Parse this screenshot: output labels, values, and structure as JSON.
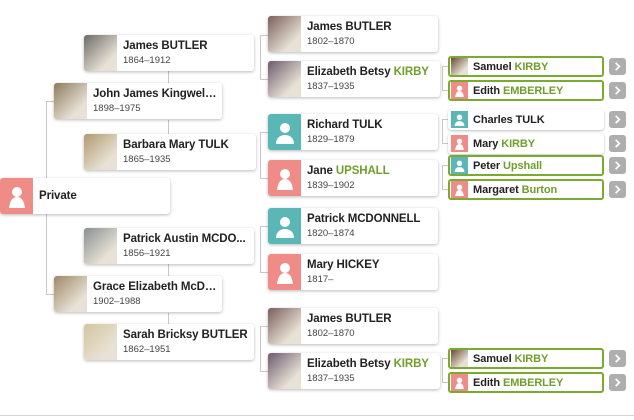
{
  "colors": {
    "male_bg": "#5bb7b6",
    "female_bg": "#ef8c88",
    "highlight_border": "#7aab2e",
    "surname_highlight": "#6f9f2b",
    "arrow_bg": "#aeaeae"
  },
  "people": [
    {
      "id": "root",
      "size": "big",
      "type": "female-silhouette",
      "name": "Private",
      "dates": ""
    },
    {
      "id": "g1a",
      "size": "big",
      "type": "photo",
      "photo": "#8e7b5e",
      "name": "John James Kingwell ...",
      "dates": "1898–1975"
    },
    {
      "id": "g1b",
      "size": "big",
      "type": "photo",
      "photo": "#a08866",
      "name": "Grace Elizabeth McDo...",
      "dates": "1902–1988"
    },
    {
      "id": "g2a",
      "size": "big",
      "type": "photo",
      "photo": "#6d6a66",
      "name": "James BUTLER",
      "dates": "1864–1912"
    },
    {
      "id": "g2b",
      "size": "big",
      "type": "photo",
      "photo": "#b09a6c",
      "name": "Barbara Mary TULK",
      "dates": "1865–1935"
    },
    {
      "id": "g2c",
      "size": "big",
      "type": "photo",
      "photo": "#8a8f92",
      "name": "Patrick Austin MCDO...",
      "dates": "1856–1921"
    },
    {
      "id": "g2d",
      "size": "big",
      "type": "photo",
      "photo": "#d4c59d",
      "name": "Sarah Bricksy BUTLER",
      "dates": "1862–1951"
    },
    {
      "id": "g3a",
      "size": "big",
      "type": "photo",
      "photo": "#7a5e5a",
      "name": "James BUTLER",
      "dates": "1802–1870"
    },
    {
      "id": "g3b",
      "size": "big",
      "type": "photo",
      "photo": "#6c5a6e",
      "name": "Elizabeth Betsy ",
      "name_hl": "KIRBY",
      "dates": "1837–1935"
    },
    {
      "id": "g3c",
      "size": "big",
      "type": "male-silhouette",
      "name": "Richard TULK",
      "dates": "1829–1879"
    },
    {
      "id": "g3d",
      "size": "big",
      "type": "female-silhouette",
      "name": "Jane ",
      "name_hl": "UPSHALL",
      "dates": "1839–1902"
    },
    {
      "id": "g3e",
      "size": "big",
      "type": "male-silhouette",
      "name": "Patrick MCDONNELL",
      "dates": "1820–1874"
    },
    {
      "id": "g3f",
      "size": "big",
      "type": "female-silhouette",
      "name": "Mary HICKEY",
      "dates": "1817–"
    },
    {
      "id": "g3g",
      "size": "big",
      "type": "photo",
      "photo": "#7a5e5a",
      "name": "James BUTLER",
      "dates": "1802–1870"
    },
    {
      "id": "g3h",
      "size": "big",
      "type": "photo",
      "photo": "#6c5a6e",
      "name": "Elizabeth Betsy ",
      "name_hl": "KIRBY",
      "dates": "1837–1935"
    },
    {
      "id": "g4a",
      "size": "small",
      "hl": true,
      "type": "photo",
      "photo": "#6a4a35",
      "name": "Samuel ",
      "name_hl": "KIRBY"
    },
    {
      "id": "g4b",
      "size": "small",
      "hl": true,
      "type": "female-silhouette",
      "name": "Edith ",
      "name_hl": "EMBERLEY"
    },
    {
      "id": "g4c",
      "size": "small",
      "hl": false,
      "type": "male-silhouette",
      "name": "Charles TULK"
    },
    {
      "id": "g4d",
      "size": "small",
      "hl": false,
      "type": "female-silhouette",
      "name": "Mary ",
      "name_hl": "KIRBY"
    },
    {
      "id": "g4e",
      "size": "small",
      "hl": true,
      "type": "male-silhouette",
      "name": "Peter ",
      "name_hl": "Upshall"
    },
    {
      "id": "g4f",
      "size": "small",
      "hl": true,
      "type": "female-silhouette",
      "name": "Margaret ",
      "name_hl": "Burton"
    },
    {
      "id": "g4g",
      "size": "small",
      "hl": true,
      "type": "photo",
      "photo": "#6a4a35",
      "name": "Samuel ",
      "name_hl": "KIRBY"
    },
    {
      "id": "g4h",
      "size": "small",
      "hl": true,
      "type": "female-silhouette",
      "name": "Edith ",
      "name_hl": "EMBERLEY"
    }
  ]
}
